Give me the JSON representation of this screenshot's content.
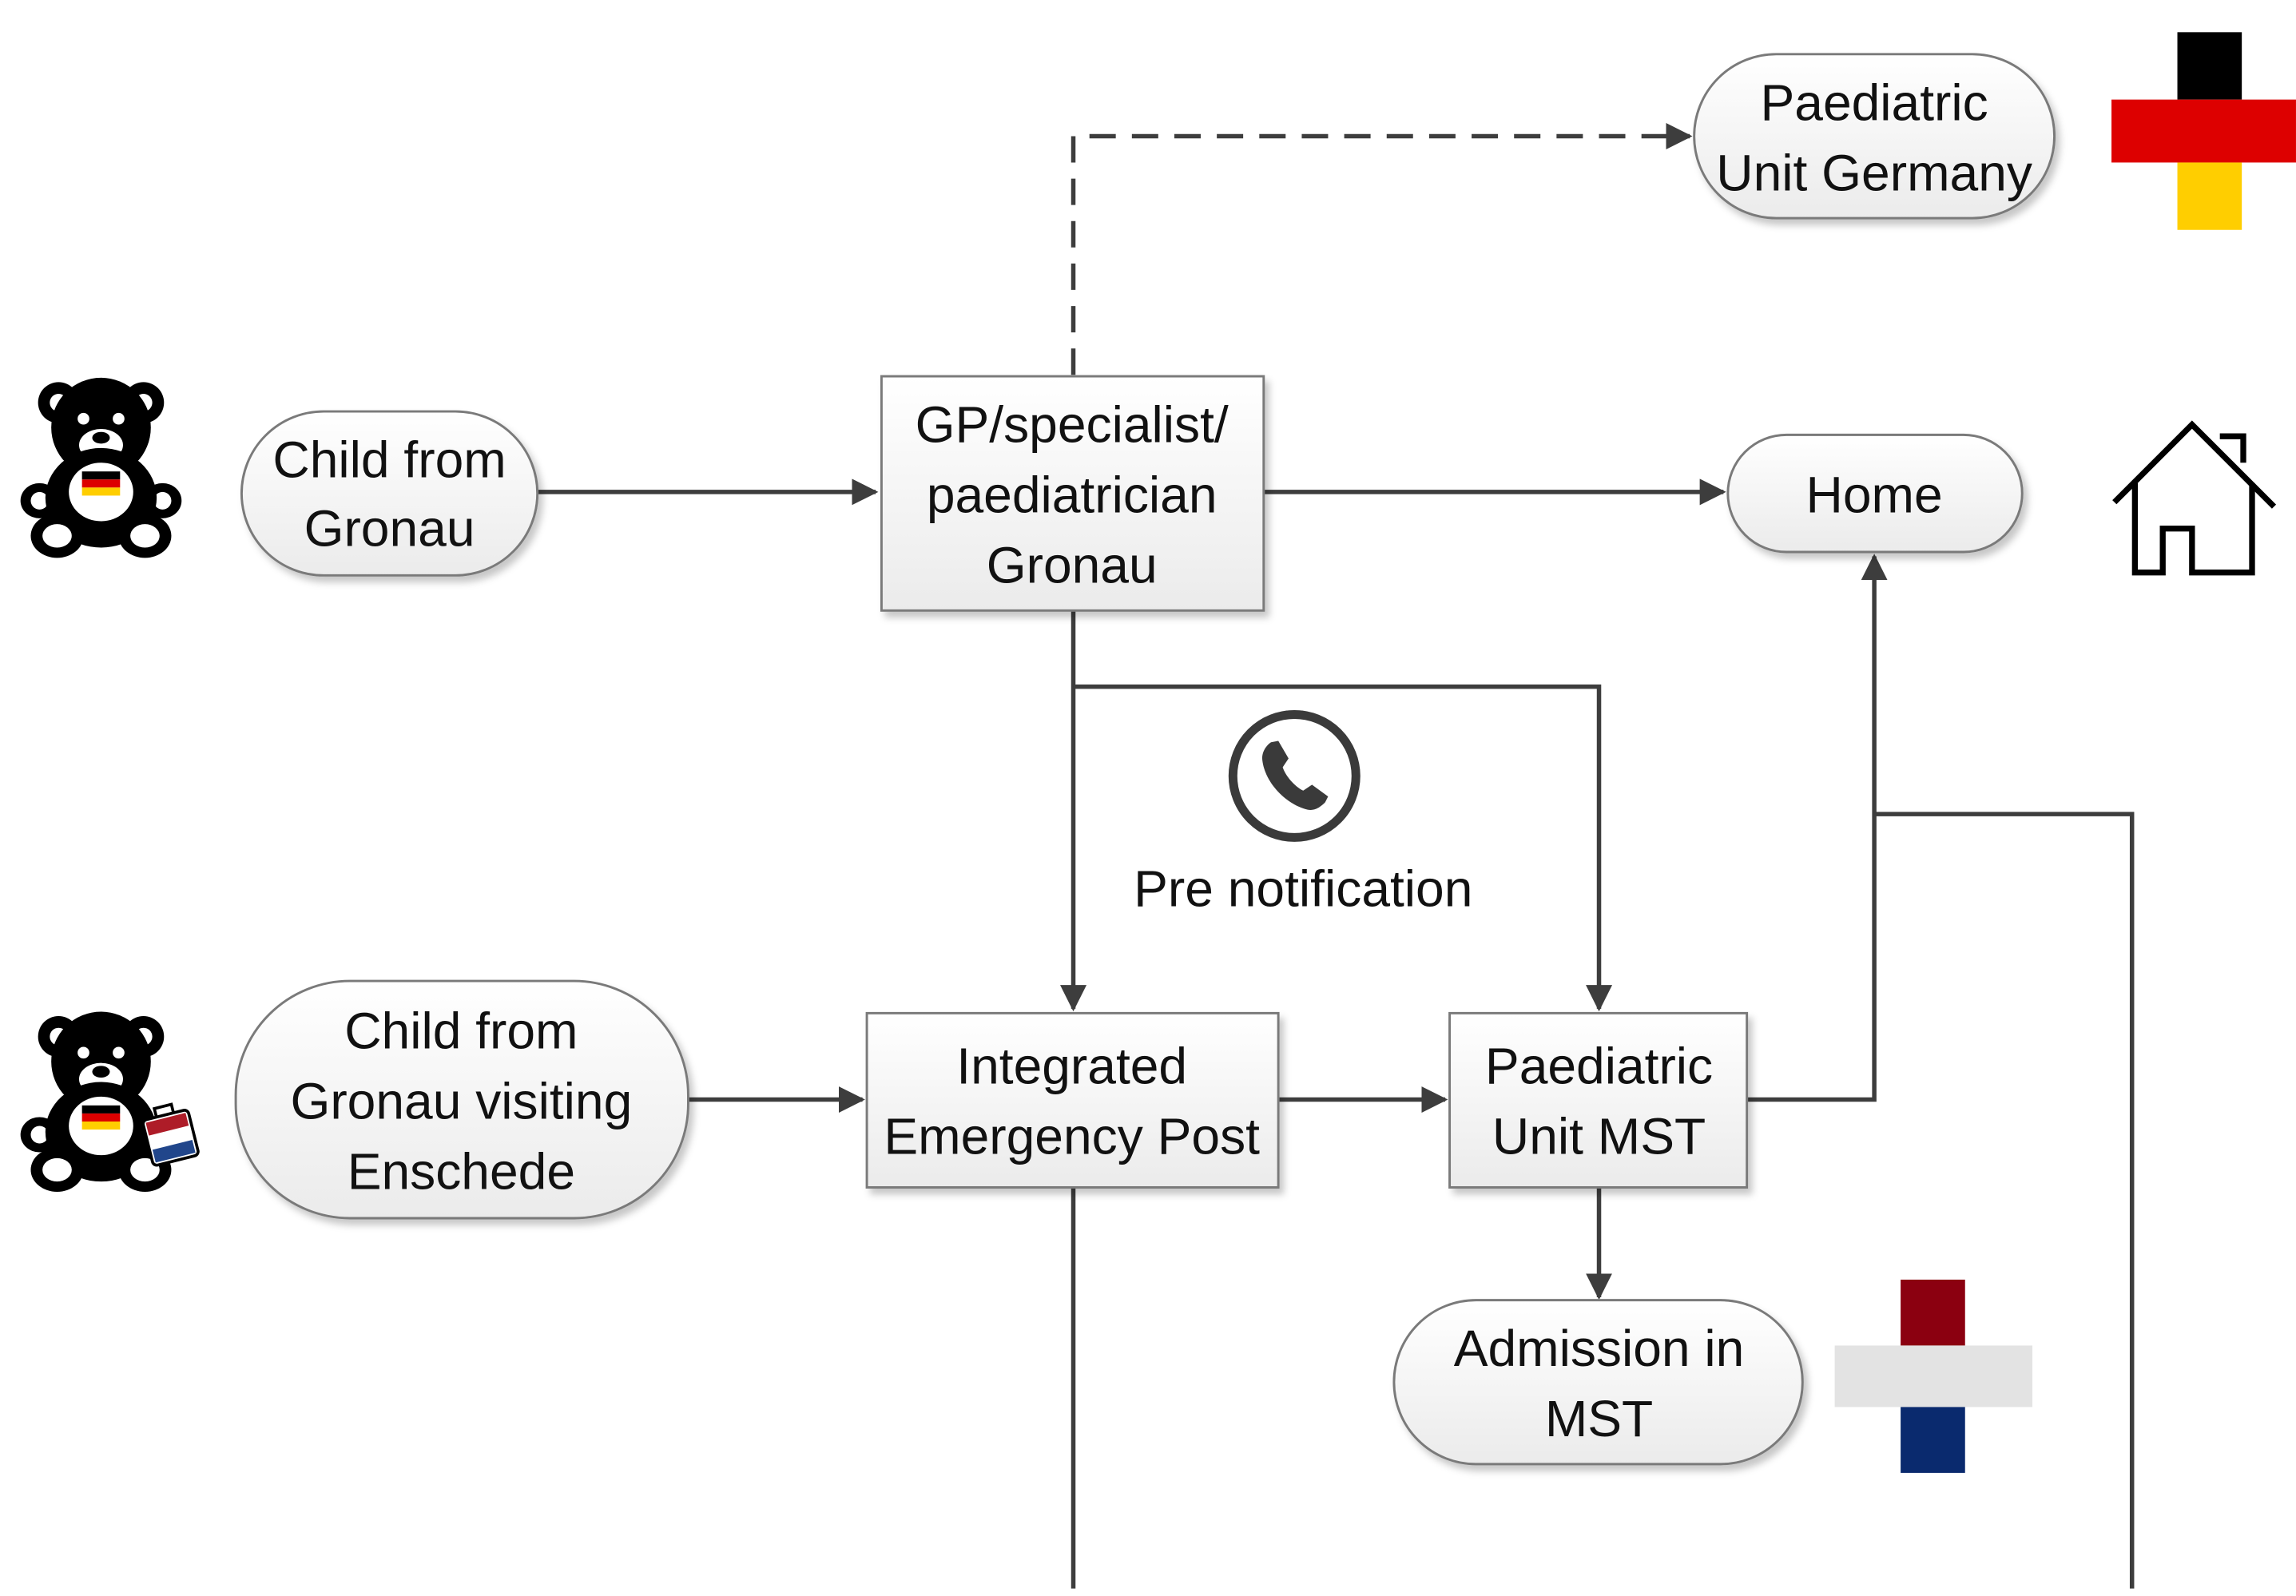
{
  "nodes": {
    "child_gronau": {
      "lines": [
        "Child from",
        "Gronau"
      ]
    },
    "child_visiting": {
      "lines": [
        "Child from",
        "Gronau visiting",
        "Enschede"
      ]
    },
    "gp": {
      "lines": [
        "GP/specialist/",
        "paediatrician",
        "Gronau"
      ]
    },
    "paed_germany": {
      "lines": [
        "Paediatric",
        "Unit Germany"
      ]
    },
    "home": {
      "lines": [
        "Home"
      ]
    },
    "iep": {
      "lines": [
        "Integrated",
        "Emergency Post"
      ]
    },
    "paed_mst": {
      "lines": [
        "Paediatric",
        "Unit MST"
      ]
    },
    "admission": {
      "lines": [
        "Admission in",
        "MST"
      ]
    }
  },
  "annotations": {
    "pre_notification": "Pre notification"
  },
  "icons": {
    "phone": "phone-icon",
    "home": "house-icon",
    "child": "teddy-bear-icon",
    "german_cross": "german-flag-cross-icon",
    "dutch_cross": "dutch-flag-cross-icon"
  },
  "colors": {
    "german_black": "#000000",
    "german_red": "#dd0000",
    "german_gold": "#ffce00",
    "dutch_red": "#8b0010",
    "dutch_white": "#e3e3e3",
    "dutch_blue": "#0a2a6e",
    "edge": "#3d3d3d"
  }
}
